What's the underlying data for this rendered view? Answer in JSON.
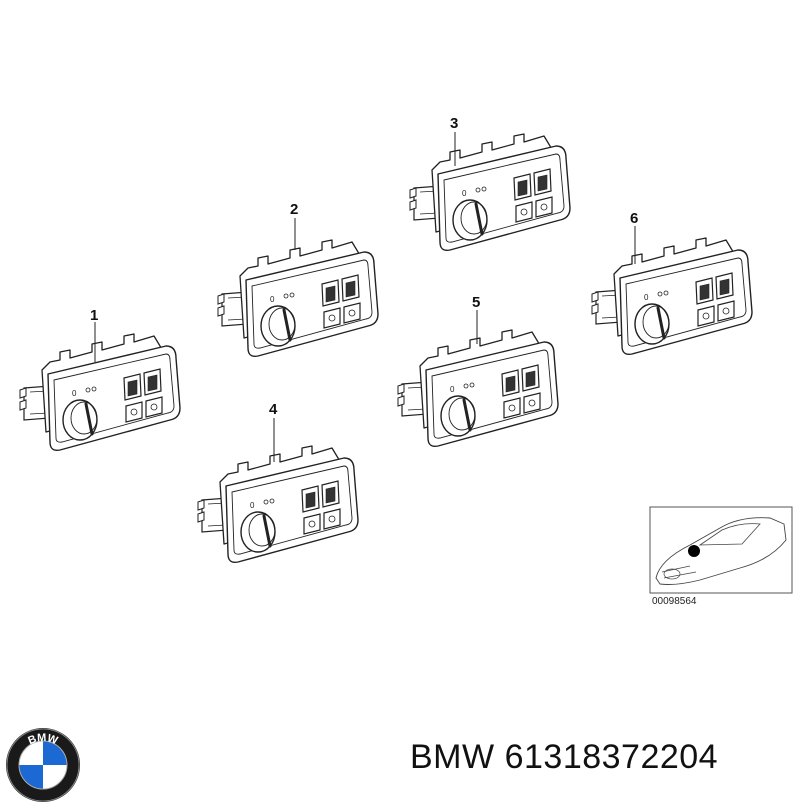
{
  "parts": [
    {
      "id": "switch-1",
      "callout": "1"
    },
    {
      "id": "switch-2",
      "callout": "2"
    },
    {
      "id": "switch-3",
      "callout": "3"
    },
    {
      "id": "switch-4",
      "callout": "4"
    },
    {
      "id": "switch-5",
      "callout": "5"
    },
    {
      "id": "switch-6",
      "callout": "6"
    }
  ],
  "inset": {
    "code": "00098564"
  },
  "caption": {
    "brand": "BMW",
    "part_number": "61318372204"
  },
  "logo": {
    "letters": "BMW",
    "colors": {
      "ring": "#1a1a1a",
      "blue": "#1c69d4",
      "white": "#ffffff"
    }
  }
}
